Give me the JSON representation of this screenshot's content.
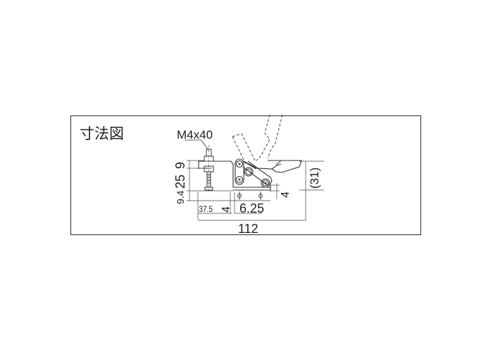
{
  "title": "寸法図",
  "colors": {
    "line": "#333333",
    "frame": "#2a2a2a",
    "background": "#ffffff"
  },
  "labels": {
    "bolt": "M4x40",
    "dim_9": "9",
    "dim_25": "25",
    "dim_9_4": "9.4",
    "dim_37_5": "37.5",
    "dim_4_left": "4",
    "dim_6_25": "6.25",
    "dim_4_right": "4",
    "dim_31": "(31)",
    "dim_112": "112"
  }
}
